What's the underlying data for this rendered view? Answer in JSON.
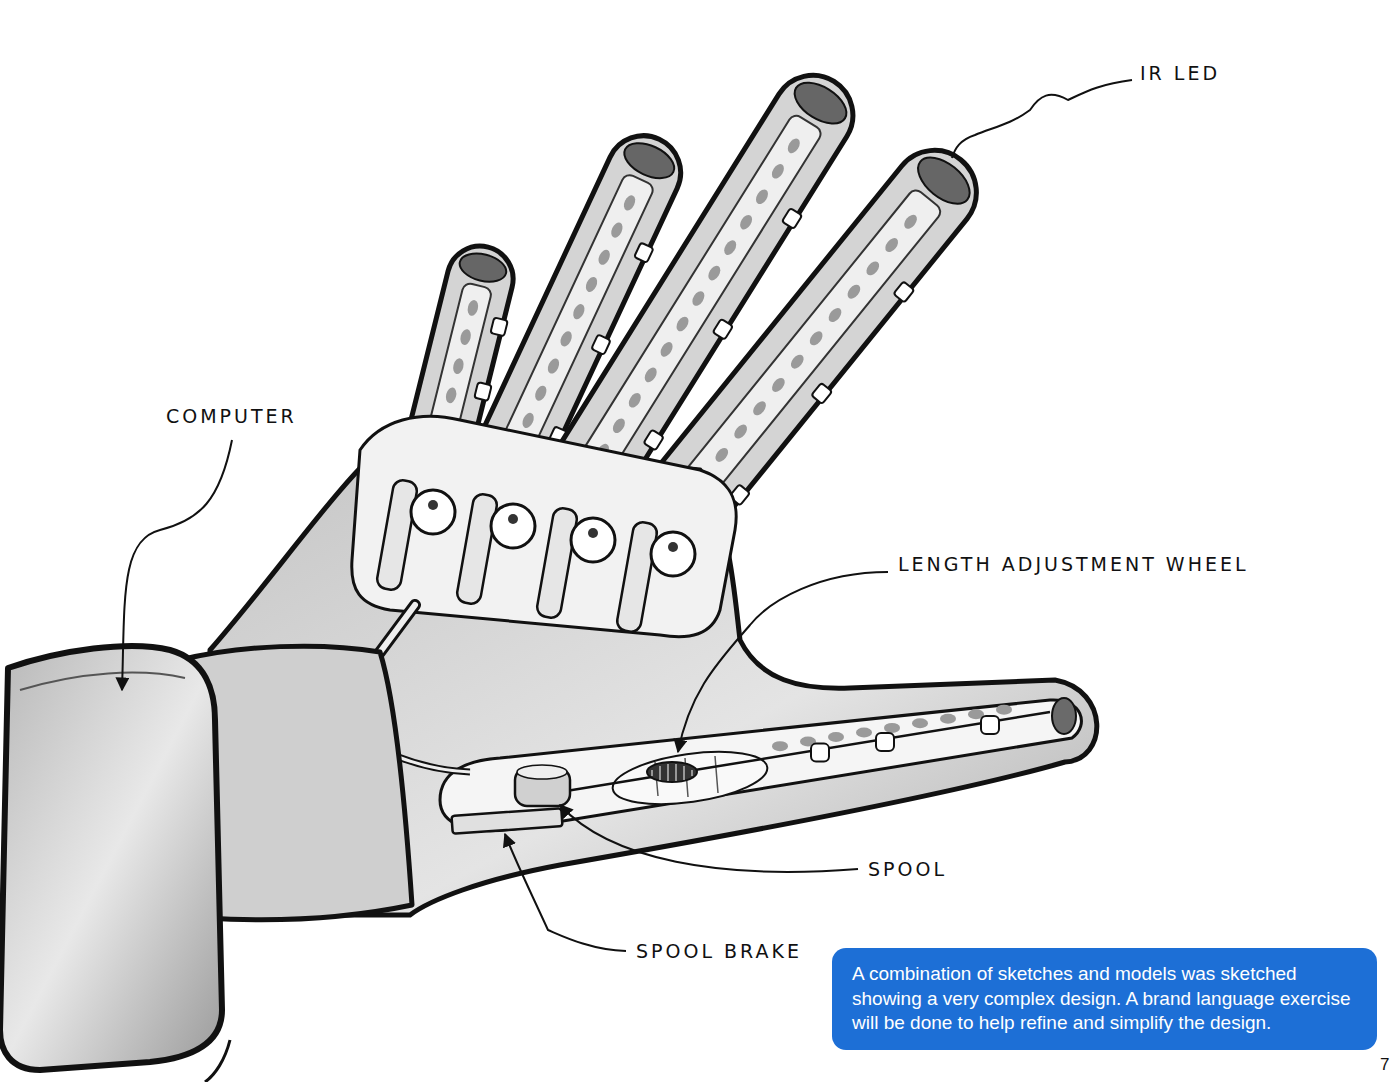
{
  "diagram": {
    "nodes": [
      {
        "text": [
          "A combination of sketches and models was sketched showing a very complex design. A brand language exercise will be done to help refine and simplify the design."
        ]
      }
    ],
    "labels": [
      "IR LED",
      "COMPUTER",
      "LENGTH ADJUSTMENT WHEEL",
      "SPOOL",
      "SPOOL BRAKE",
      "7"
    ]
  }
}
